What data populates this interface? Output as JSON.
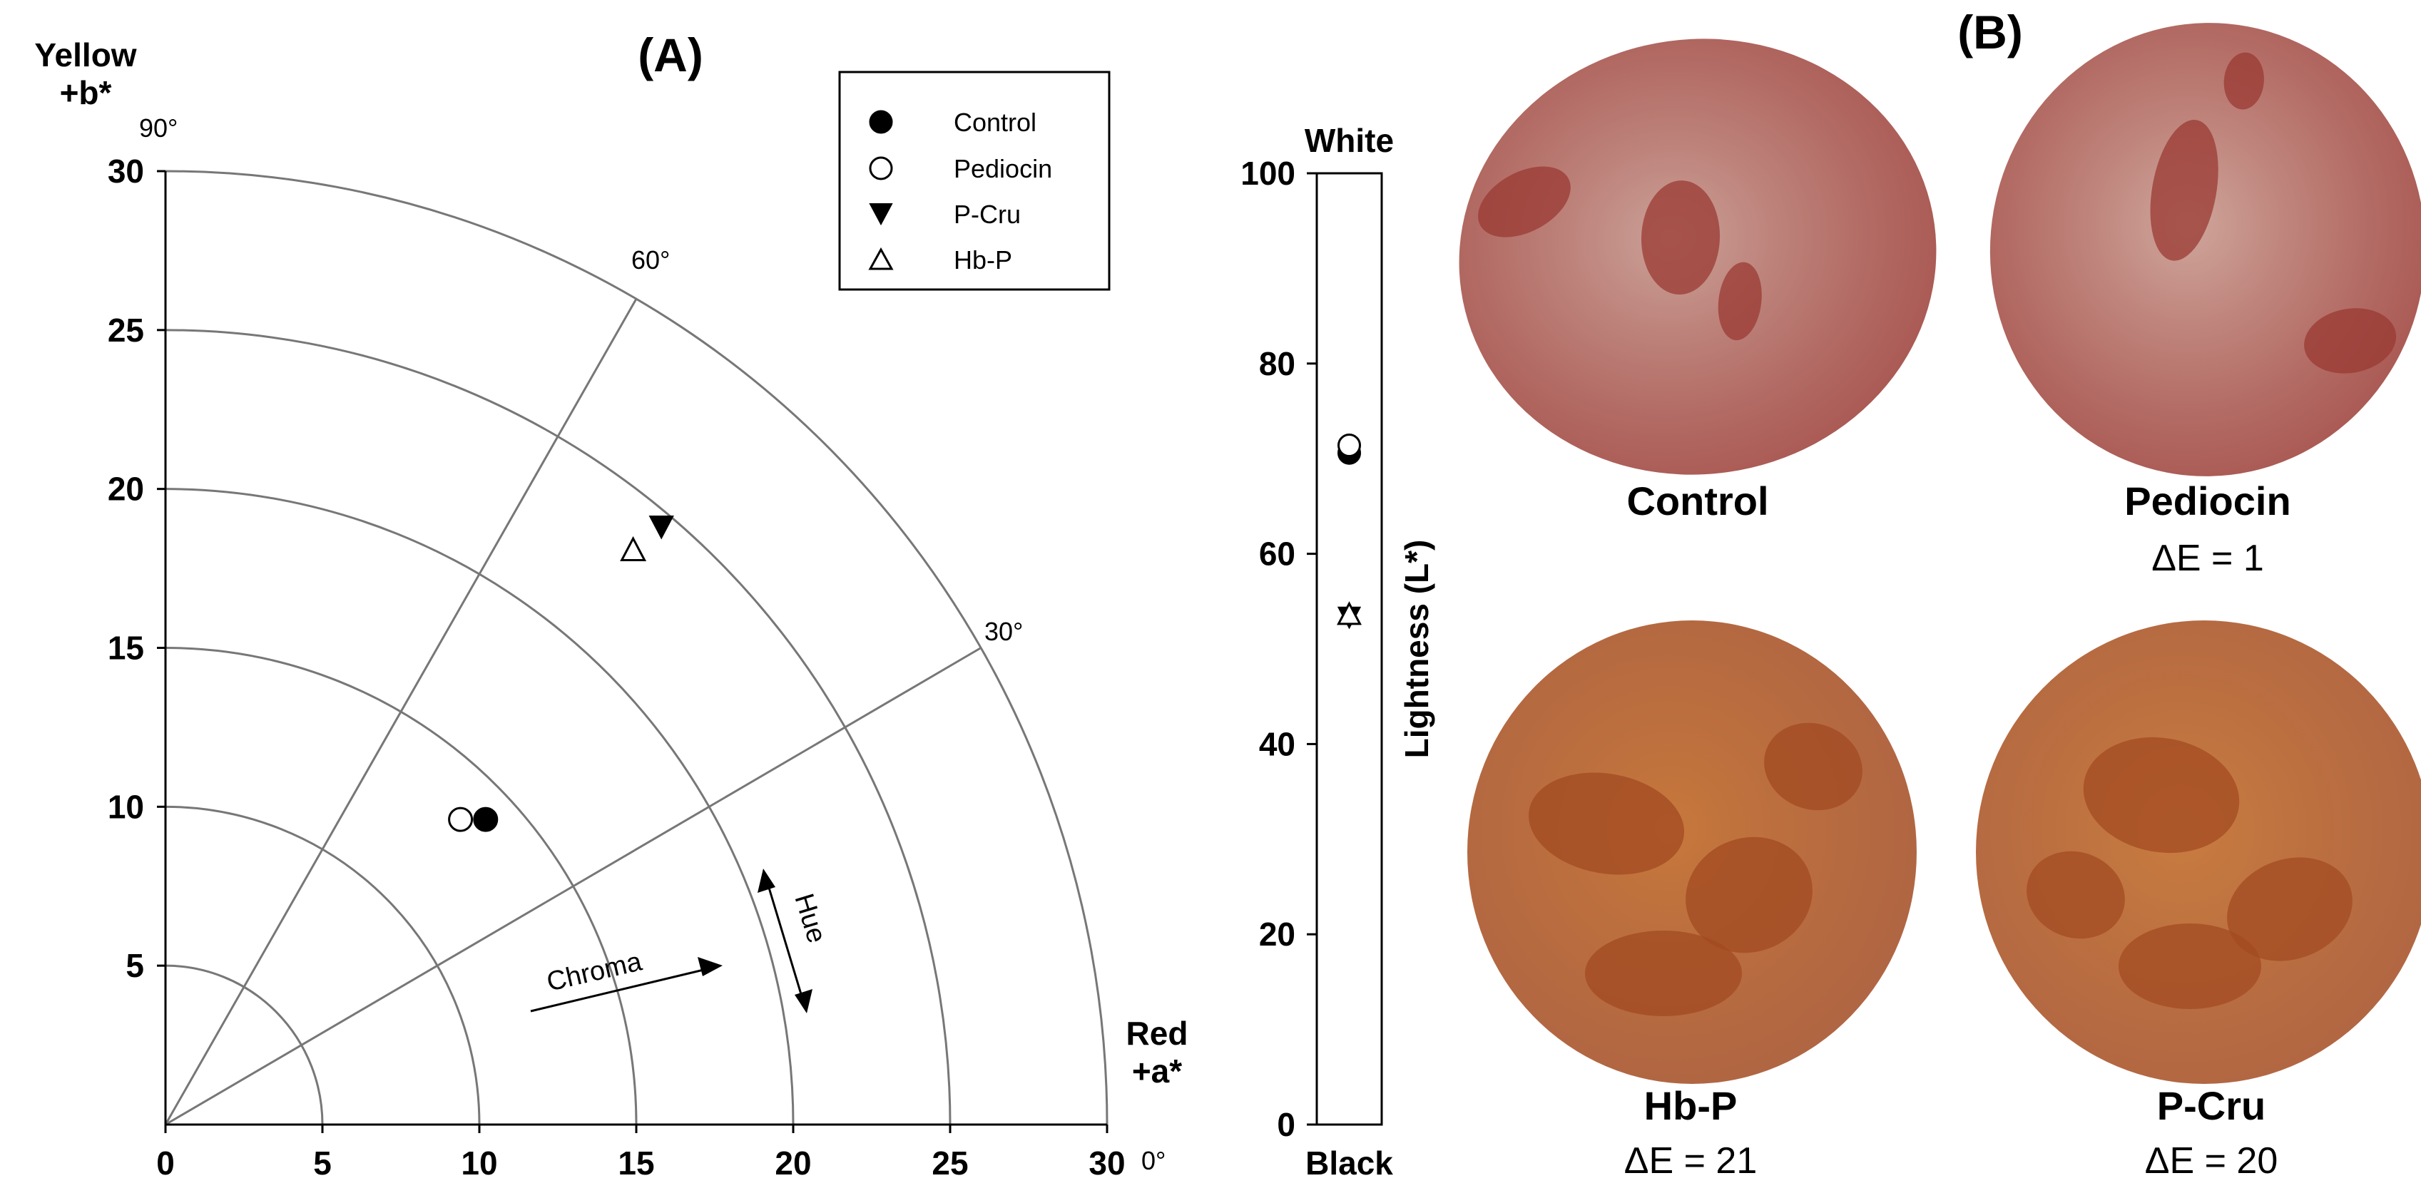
{
  "panel_a": {
    "label": "(A)",
    "corner_labels": {
      "y_top": "Yellow",
      "y_bottom": "+b*",
      "x_top": "Red",
      "x_bottom": "+a*"
    },
    "angle_labels": [
      "0°",
      "30°",
      "60°",
      "90°"
    ],
    "legend": [
      {
        "label": "Control",
        "marker": "circle-filled"
      },
      {
        "label": "Pediocin",
        "marker": "circle-open"
      },
      {
        "label": "P-Cru",
        "marker": "triangle-down-filled"
      },
      {
        "label": "Hb-P",
        "marker": "triangle-up-open"
      }
    ],
    "annotations": {
      "chroma": "Chroma",
      "hue": "Hue"
    }
  },
  "panel_b": {
    "label": "(B)",
    "samples": [
      {
        "name": "Control",
        "delta_e": "",
        "tone": "#cba198",
        "spot": "#9a3a33"
      },
      {
        "name": "Pediocin",
        "delta_e": "ΔE = 1",
        "tone": "#cfa69c",
        "spot": "#9a3a33"
      },
      {
        "name": "Hb-P",
        "delta_e": "ΔE = 21",
        "tone": "#c7783c",
        "spot": "#a14a22"
      },
      {
        "name": "P-Cru",
        "delta_e": "ΔE = 20",
        "tone": "#c97d40",
        "spot": "#a34b22"
      }
    ]
  },
  "chart_data": [
    {
      "type": "scatter",
      "title": "(A)",
      "xlabel": "Red +a*",
      "ylabel": "Yellow +b*",
      "xlim": [
        0,
        30
      ],
      "ylim": [
        0,
        30
      ],
      "xticks": [
        0,
        5,
        10,
        15,
        20,
        25,
        30
      ],
      "yticks": [
        5,
        10,
        15,
        20,
        25,
        30
      ],
      "grid": "polar arcs at chroma 5, 10, 15, 20, 25, 30; rays at 30° and 60°",
      "legend_position": "top-right",
      "series": [
        {
          "name": "Control",
          "marker": "circle-filled",
          "color": "#000000",
          "x": [
            10.2
          ],
          "y": [
            9.6
          ]
        },
        {
          "name": "Pediocin",
          "marker": "circle-open",
          "color": "#000000",
          "x": [
            9.4
          ],
          "y": [
            9.6
          ]
        },
        {
          "name": "P-Cru",
          "marker": "triangle-down-filled",
          "color": "#000000",
          "x": [
            15.8
          ],
          "y": [
            18.8
          ]
        },
        {
          "name": "Hb-P",
          "marker": "triangle-up-open",
          "color": "#000000",
          "x": [
            14.9
          ],
          "y": [
            18.1
          ]
        }
      ]
    },
    {
      "type": "scatter",
      "ylabel": "Lightness (L*)",
      "top_label": "White",
      "bottom_label": "Black",
      "ylim": [
        0,
        100
      ],
      "yticks": [
        0,
        20,
        40,
        60,
        80,
        100
      ],
      "series": [
        {
          "name": "Control",
          "marker": "circle-filled",
          "color": "#000000",
          "y": [
            70.6
          ]
        },
        {
          "name": "Pediocin",
          "marker": "circle-open",
          "color": "#000000",
          "y": [
            71.4
          ]
        },
        {
          "name": "P-Cru",
          "marker": "triangle-down-filled",
          "color": "#000000",
          "y": [
            53.3
          ]
        },
        {
          "name": "Hb-P",
          "marker": "triangle-up-open",
          "color": "#000000",
          "y": [
            53.7
          ]
        }
      ]
    }
  ]
}
